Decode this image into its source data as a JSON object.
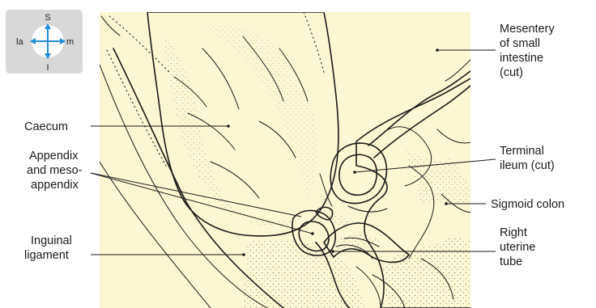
{
  "compass": {
    "top": "S",
    "bottom": "I",
    "left": "la",
    "right": "m"
  },
  "labels": {
    "mesentery": [
      "Mesentery",
      "of small",
      "intestine",
      "(cut)"
    ],
    "caecum": [
      "Caecum"
    ],
    "appendix": [
      "Appendix",
      "and meso-",
      "appendix"
    ],
    "terminal_ileum": [
      "Terminal",
      "ileum (cut)"
    ],
    "sigmoid_colon": [
      "Sigmoid colon"
    ],
    "inguinal_ligament": [
      "Inguinal",
      "ligament"
    ],
    "uterine_tube": [
      "Right",
      "uterine",
      "tube"
    ]
  },
  "colors": {
    "background_tissue": "#fdf6d2",
    "caecum": "#f5b99a",
    "appendix": "#a9d4ee",
    "compass_box": "#d8d8d8",
    "compass_arrow": "#1f8fd8"
  }
}
